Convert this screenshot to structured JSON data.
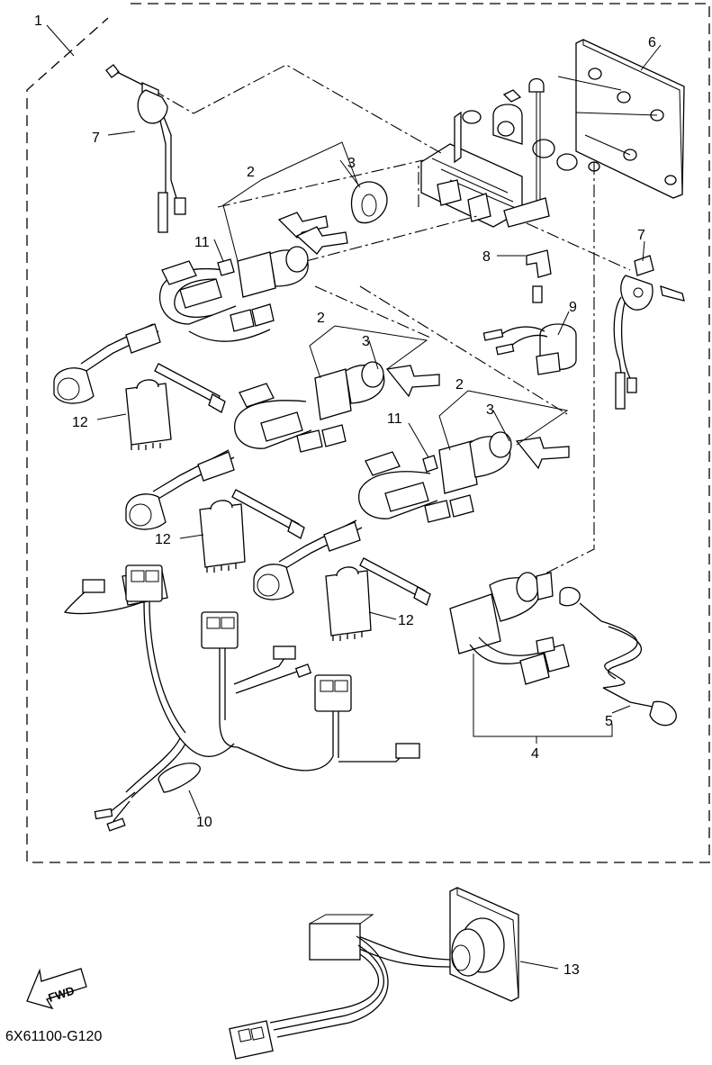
{
  "diagram": {
    "code": "6X61100-G120",
    "fwd_label": "FWD",
    "callouts": {
      "c1": "1",
      "c2a": "2",
      "c3a": "3",
      "c2b": "2",
      "c3b": "3",
      "c2c": "2",
      "c3c": "3",
      "c4": "4",
      "c5": "5",
      "c6": "6",
      "c7a": "7",
      "c7b": "7",
      "c8": "8",
      "c9": "9",
      "c10": "10",
      "c11a": "11",
      "c11b": "11",
      "c12a": "12",
      "c12b": "12",
      "c12c": "12",
      "c13": "13"
    }
  }
}
